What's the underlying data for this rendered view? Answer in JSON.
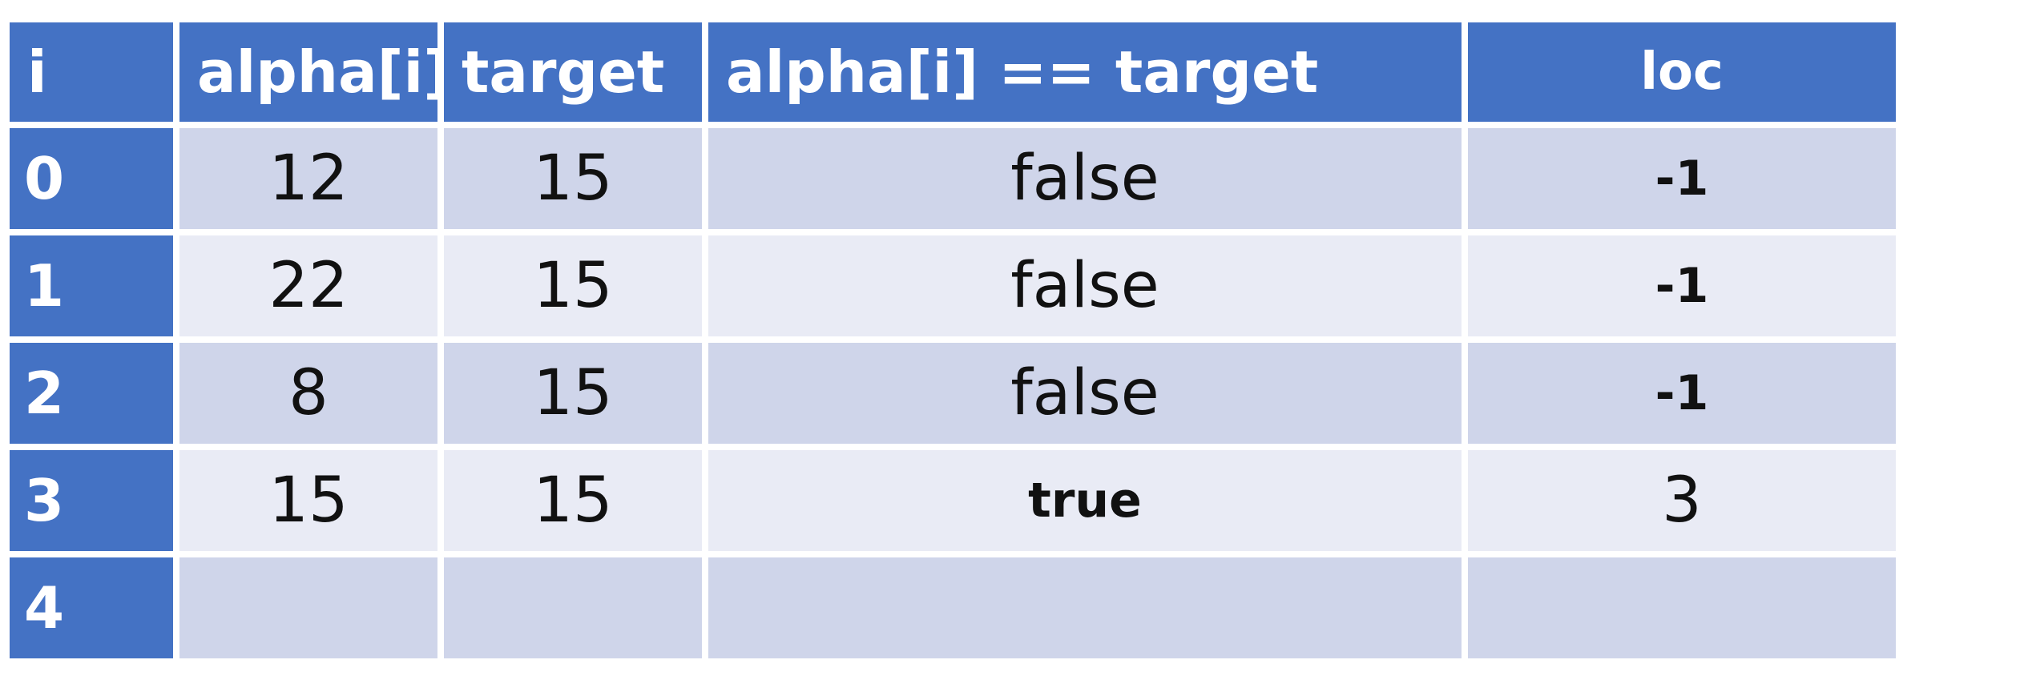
{
  "table": {
    "headers": [
      "i",
      "alpha[i]",
      "target",
      "alpha[i] == target",
      "loc"
    ],
    "rows": [
      {
        "i": "0",
        "alpha": "12",
        "target": "15",
        "match": "false",
        "loc": "-1"
      },
      {
        "i": "1",
        "alpha": "22",
        "target": "15",
        "match": "false",
        "loc": "-1"
      },
      {
        "i": "2",
        "alpha": "8",
        "target": "15",
        "match": "false",
        "loc": "-1"
      },
      {
        "i": "3",
        "alpha": "15",
        "target": "15",
        "match": "true",
        "loc": "3"
      },
      {
        "i": "4",
        "alpha": "",
        "target": "",
        "match": "",
        "loc": ""
      }
    ]
  },
  "colors": {
    "header_bg": "#4472c4",
    "row_dark": "#cfd5ea",
    "row_light": "#e9ebf5",
    "header_text": "#ffffff"
  }
}
